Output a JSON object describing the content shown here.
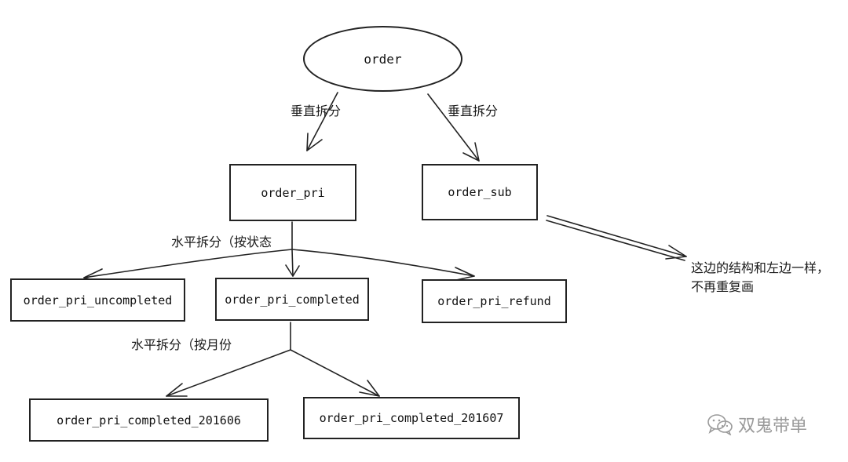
{
  "nodes": {
    "order": "order",
    "order_pri": "order_pri",
    "order_sub": "order_sub",
    "order_pri_uncompleted": "order_pri_uncompleted",
    "order_pri_completed": "order_pri_completed",
    "order_pri_refund": "order_pri_refund",
    "order_pri_completed_201606": "order_pri_completed_201606",
    "order_pri_completed_201607": "order_pri_completed_201607"
  },
  "labels": {
    "vertical_split_left": "垂直拆分",
    "vertical_split_right": "垂直拆分",
    "horizontal_by_status": "水平拆分（按状态",
    "horizontal_by_month": "水平拆分（按月份"
  },
  "note": {
    "line1": "这边的结构和左边一样，",
    "line2": "不再重复画"
  },
  "watermark": {
    "text": "双鬼带单",
    "icon": "wechat-icon"
  },
  "colors": {
    "stroke": "#222222",
    "background": "#ffffff",
    "watermark": "#9a9a9a"
  }
}
